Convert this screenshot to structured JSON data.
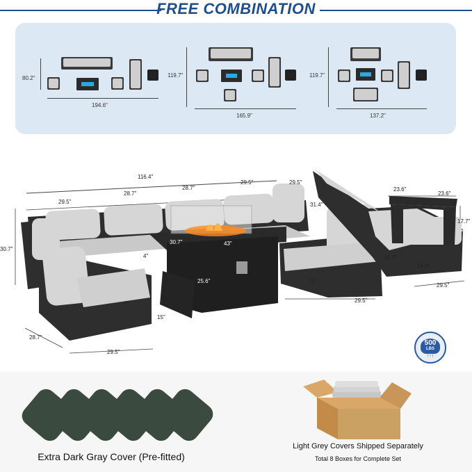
{
  "header": {
    "title": "FREE COMBINATION"
  },
  "combos": [
    {
      "height": "80.2\"",
      "width": "194.6\""
    },
    {
      "height": "119.7\"",
      "width": "165.9\""
    },
    {
      "height": "119.7\"",
      "width": "137.2\""
    }
  ],
  "sofa": {
    "total_width": "116.4\"",
    "seat_widths": [
      "29.5\"",
      "28.7\"",
      "28.7\"",
      "29.5\""
    ],
    "corner_height": "30.7\"",
    "cushion_thickness": "4\"",
    "seat_height": "15\"",
    "side_depth": "28.7\"",
    "side_width": "29.5\"",
    "chair_width": "29.5\"",
    "chair_height": "31.4\"",
    "chair_seat_height": "15\"",
    "chair_depth": "30.7\"",
    "chair_cushion": "4\""
  },
  "firepit": {
    "depth": "30.7\"",
    "width": "43\"",
    "height": "25.6\""
  },
  "lounger": {
    "width": "23.6\"",
    "height": "14.9\"",
    "length": "29.5\"",
    "back": "30.7\""
  },
  "side_table": {
    "width": "23.6\"",
    "height": "17.7\""
  },
  "weight_badge": {
    "value": "500",
    "unit": "LBS"
  },
  "covers": {
    "pre_fitted_label": "Extra Dark Gray Cover (Pre-fitted)",
    "shipped_label": "Light Grey Covers Shipped Separately",
    "boxes_label": "Total 8 Boxes for Complete Set"
  },
  "colors": {
    "accent": "#1f4e8c",
    "panel": "#dce8f3",
    "frame": "#2f2f2f",
    "cushion": "#d3d3d3",
    "cover_dark": "#3b4a3e",
    "fire": "#2ba8e0"
  }
}
